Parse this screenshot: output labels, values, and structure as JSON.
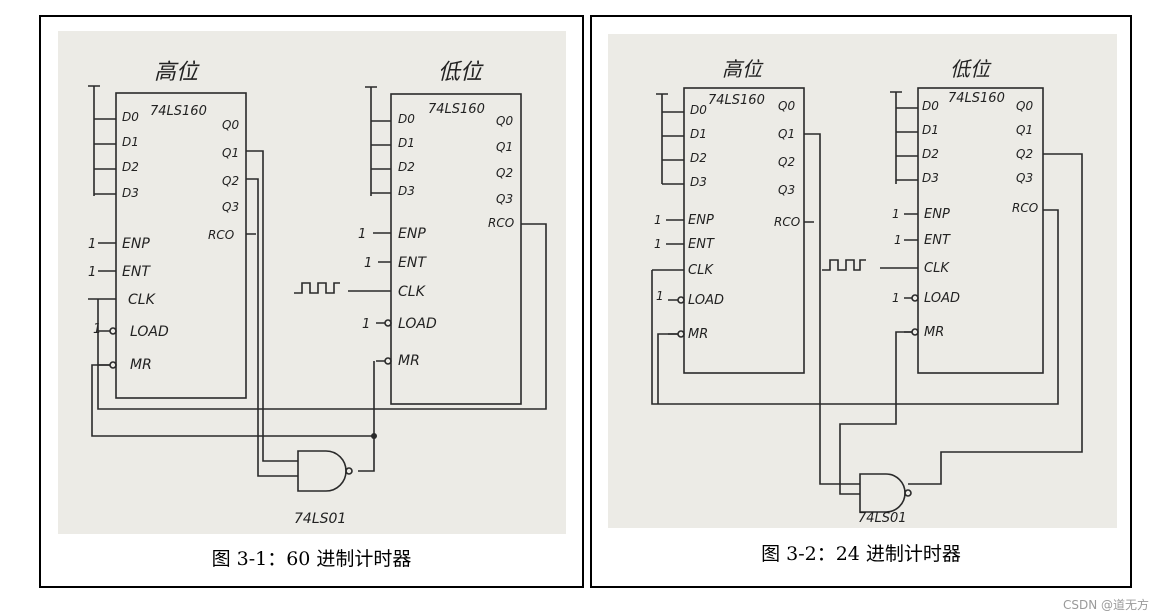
{
  "figures": [
    {
      "caption": "图 3-1：60 进制计时器",
      "high_chip": {
        "title": "高位",
        "part": "74LS160",
        "inputs": [
          "D0",
          "D1",
          "D2",
          "D3"
        ],
        "outputs": [
          "Q0",
          "Q1",
          "Q2",
          "Q3",
          "RCO"
        ],
        "controls": [
          "ENP",
          "ENT",
          "CLK",
          "LOAD",
          "MR"
        ],
        "control_values": [
          "1",
          "1",
          "",
          "1",
          ""
        ]
      },
      "low_chip": {
        "title": "低位",
        "part": "74LS160",
        "inputs": [
          "D0",
          "D1",
          "D2",
          "D3"
        ],
        "outputs": [
          "Q0",
          "Q1",
          "Q2",
          "Q3",
          "RCO"
        ],
        "controls": [
          "ENP",
          "ENT",
          "CLK",
          "LOAD",
          "MR"
        ],
        "control_values": [
          "1",
          "1",
          "",
          "1",
          ""
        ]
      },
      "gate_label": "74LS01"
    },
    {
      "caption": "图 3-2：24 进制计时器",
      "high_chip": {
        "title": "高位",
        "part": "74LS160",
        "inputs": [
          "D0",
          "D1",
          "D2",
          "D3"
        ],
        "outputs": [
          "Q0",
          "Q1",
          "Q2",
          "Q3",
          "RCO"
        ],
        "controls": [
          "ENP",
          "ENT",
          "CLK",
          "LOAD",
          "MR"
        ],
        "control_values": [
          "1",
          "1",
          "",
          "1",
          ""
        ]
      },
      "low_chip": {
        "title": "低位",
        "part": "74LS160",
        "inputs": [
          "D0",
          "D1",
          "D2",
          "D3"
        ],
        "outputs": [
          "Q0",
          "Q1",
          "Q2",
          "Q3",
          "RCO"
        ],
        "controls": [
          "ENP",
          "ENT",
          "CLK",
          "LOAD",
          "MR"
        ],
        "control_values": [
          "1",
          "1",
          "",
          "1",
          ""
        ]
      },
      "gate_label": "74LS01"
    }
  ],
  "watermark": "CSDN @道无方"
}
